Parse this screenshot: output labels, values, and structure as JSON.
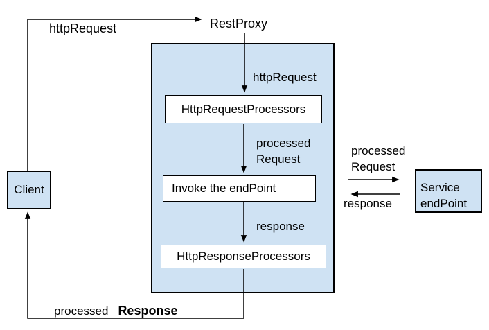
{
  "diagram": {
    "type": "flow-diagram",
    "nodes": {
      "client": {
        "label": "Client"
      },
      "rest_proxy": {
        "label": "RestProxy"
      },
      "http_request_processors": {
        "label": "HttpRequestProcessors"
      },
      "invoke_endpoint": {
        "label": "Invoke the endPoint"
      },
      "http_response_processors": {
        "label": "HttpResponseProcessors"
      },
      "service_endpoint": {
        "label_line1": "Service",
        "label_line2": "endPoint"
      }
    },
    "edges": {
      "client_to_restproxy": {
        "label": "httpRequest"
      },
      "restproxy_to_request_processors": {
        "label": "httpRequest"
      },
      "request_processors_to_invoke": {
        "label_line1": "processed",
        "label_line2": "Request"
      },
      "invoke_to_response_processors": {
        "label": "response"
      },
      "proxy_to_service": {
        "label_line1": "processed",
        "label_line2": "Request"
      },
      "service_to_proxy": {
        "label": "response"
      },
      "response_processors_to_client": {
        "label_word1": "processed",
        "label_word2": "Response"
      }
    },
    "colors": {
      "node_fill": "#cfe2f3",
      "box_fill": "#ffffff",
      "border": "#000000",
      "line": "#000000",
      "text": "#000000",
      "background": "#ffffff"
    }
  }
}
